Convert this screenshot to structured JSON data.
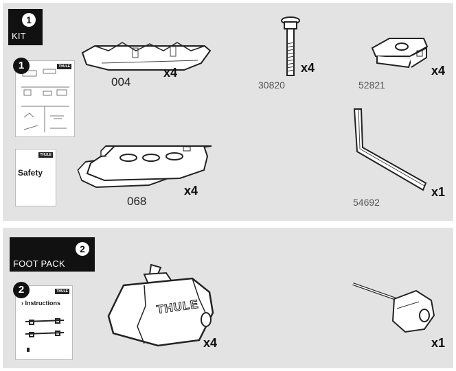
{
  "kit": {
    "badge_number": "1",
    "badge_label": "KIT",
    "manual_number": "1",
    "safety_label": "Safety",
    "parts": [
      {
        "code": "004",
        "qty": "x4",
        "icon": "pad-icon"
      },
      {
        "code": "30820",
        "qty": "x4",
        "icon": "bolt-icon"
      },
      {
        "code": "52821",
        "qty": "x4",
        "icon": "clip-icon"
      },
      {
        "code": "068",
        "qty": "x4",
        "icon": "base-pad-icon"
      },
      {
        "code": "54692",
        "qty": "x1",
        "icon": "hex-key-icon"
      }
    ]
  },
  "foot_pack": {
    "badge_number": "2",
    "badge_label": "FOOT PACK",
    "manual_number": "2",
    "instructions_label": "› Instructions",
    "foot_brand": "THULE",
    "foot_qty": "x4",
    "key_qty": "x1"
  },
  "brand": "THULE"
}
